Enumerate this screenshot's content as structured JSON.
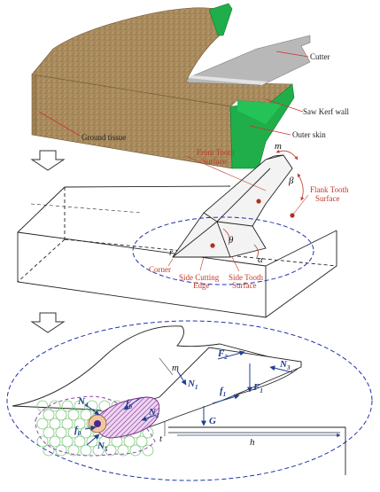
{
  "panel1": {
    "labels": {
      "cutter": "Cutter",
      "saw_kerf_wall": "Saw Kerf wall",
      "outer_skin": "Outer skin",
      "ground_tissue": "Ground tissue"
    },
    "colors": {
      "wood": "#a88a5c",
      "skin": "#1fae4a",
      "cutter": "#b8b8b8",
      "leader": "#d32f2f"
    }
  },
  "panel2": {
    "labels": {
      "front_tooth_1": "Front Tooth",
      "front_tooth_2": "Surface",
      "flank_tooth_1": "Flank Tooth",
      "flank_tooth_2": "Surface",
      "corner": "Corner",
      "side_cutting_1": "Side Cutting",
      "side_cutting_2": "Edge",
      "side_tooth_1": "Side Tooth",
      "side_tooth_2": "Surface"
    },
    "symbols": {
      "m": "m",
      "beta": "β",
      "theta": "θ",
      "r": "r",
      "alpha": "α"
    }
  },
  "panel3": {
    "symbols": {
      "m": "m",
      "t": "t",
      "h": "h"
    },
    "forces": {
      "F2": {
        "base": "F",
        "sub": "2"
      },
      "N3": {
        "base": "N",
        "sub": "3"
      },
      "N1": {
        "base": "N",
        "sub": "1"
      },
      "f1": {
        "base": "f",
        "sub": "1"
      },
      "F1": {
        "base": "F",
        "sub": "1"
      },
      "N4": {
        "base": "N",
        "sub": "4"
      },
      "fb": {
        "base": "f",
        "sub": "b"
      },
      "N2": {
        "base": "N",
        "sub": "2"
      },
      "f0": {
        "base": "f",
        "sub": "0"
      },
      "G": {
        "base": "G",
        "sub": ""
      },
      "N5": {
        "base": "N",
        "sub": "5"
      }
    },
    "colors": {
      "force": "#1f3f8f",
      "ellipse": "#2233aa",
      "particles": "#7cc97c",
      "hatch": "#7b2a8e"
    }
  }
}
